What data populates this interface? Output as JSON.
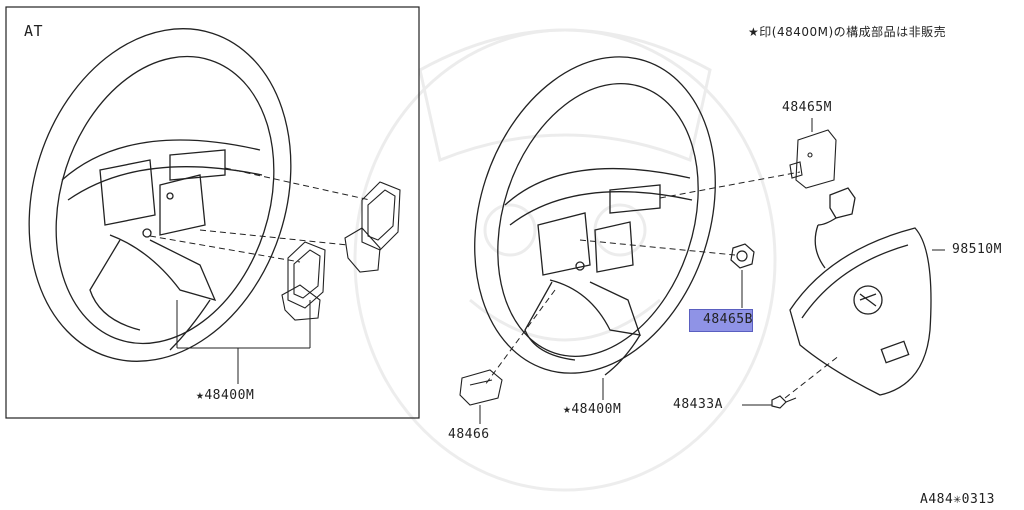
{
  "inset": {
    "label": "AT",
    "callout": "★48400M"
  },
  "note": "★印(48400M)の構成部品は非販売",
  "parts": {
    "p48465M": "48465M",
    "p98510M": "98510M",
    "p48465B": "48465B",
    "p48400M": "★48400M",
    "p48433A": "48433A",
    "p48466": "48466"
  },
  "figure_code": "A484✳0313",
  "colors": {
    "highlight": "#8f93e6",
    "line": "#222222"
  }
}
